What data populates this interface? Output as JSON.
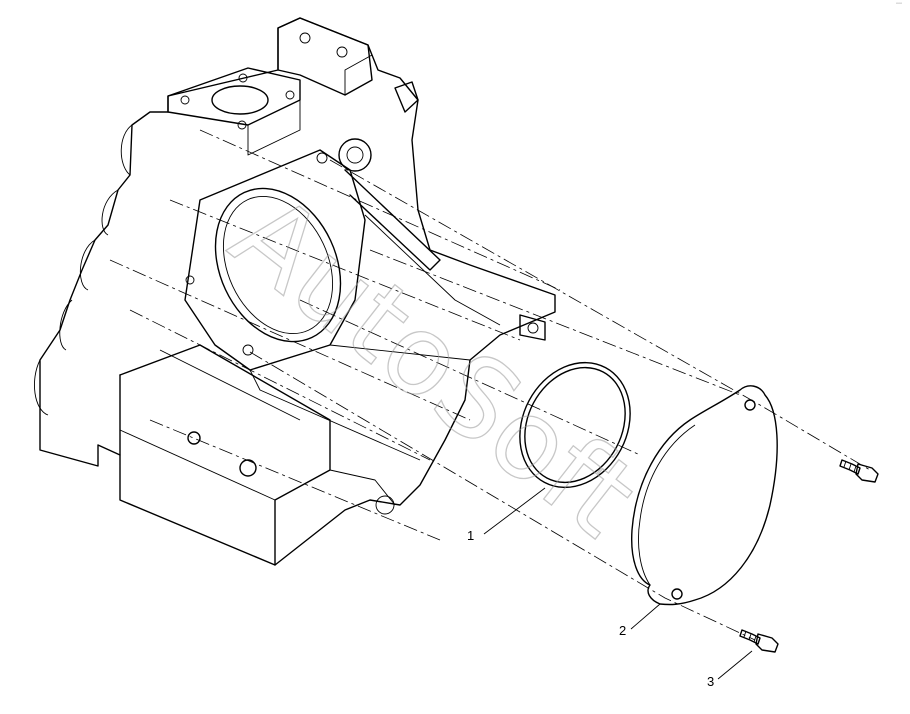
{
  "watermark": "AutoSoft",
  "corner_mark": "°°°",
  "callouts": [
    {
      "id": "callout-1",
      "label": "1"
    },
    {
      "id": "callout-2",
      "label": "2"
    },
    {
      "id": "callout-3",
      "label": "3"
    }
  ]
}
